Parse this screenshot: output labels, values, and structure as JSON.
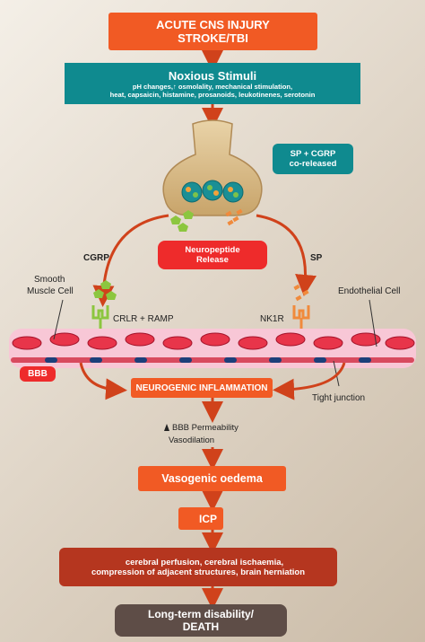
{
  "acute": {
    "line1": "ACUTE CNS INJURY",
    "line2": "STROKE/TBI"
  },
  "noxious": {
    "title": "Noxious Stimuli",
    "line1": "pH changes,↑ osmolality, mechanical stimulation,",
    "line2": "heat, capsaicin, histamine, prosanoids, leukotinenes, serotonin"
  },
  "sp_cgrp": {
    "line1": "SP + CGRP",
    "line2": "co-released"
  },
  "neuropeptide": {
    "line1": "Neuropeptide",
    "line2": "Release"
  },
  "labels": {
    "cgrp": "CGRP",
    "sp": "SP",
    "smooth_muscle": "Smooth",
    "smooth_muscle2": "Muscle Cell",
    "endothelial": "Endothelial Cell",
    "crlr": "CRLR + RAMP",
    "nk1r": "NK1R",
    "bbb": "BBB",
    "tight_junction": "Tight junction"
  },
  "neuro_inflammation": "NEUROGENIC INFLAMMATION",
  "permeability": {
    "line1": "BBB Permeability",
    "line2": "Vasodilation"
  },
  "oedema": "Vasogenic oedema",
  "icp": "ICP",
  "outcome": {
    "line1": "cerebral perfusion, cerebral ischaemia,",
    "line2": "compression of adjacent structures, brain herniation"
  },
  "final": {
    "line1": "Long-term disability/",
    "line2": "DEATH"
  },
  "colors": {
    "orange": "#f15a24",
    "teal": "#0f8a8f",
    "red": "#ee2b2b",
    "darkred": "#b5361f",
    "grey": "#5e4d47",
    "arrow": "#d0421b",
    "cell": "#e8354a"
  }
}
